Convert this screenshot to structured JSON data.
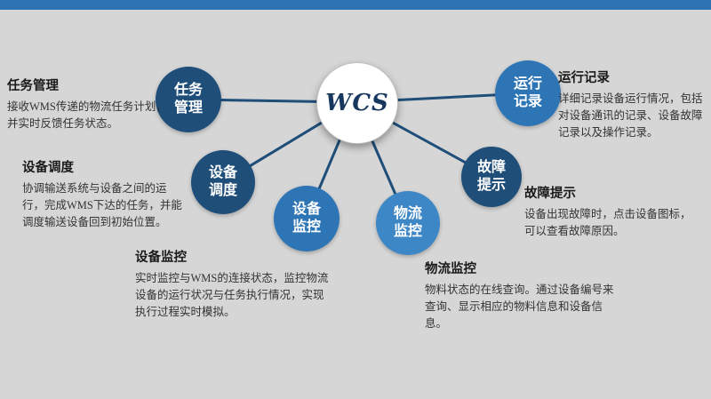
{
  "page": {
    "background_color": "#d6d6d6",
    "top_bar_color": "#2e74b5",
    "connector_color": "#1f4e79"
  },
  "center": {
    "label": "WCS"
  },
  "nodes": [
    {
      "label": "任务管理",
      "color": "#1f4e79"
    },
    {
      "label": "设备调度",
      "color": "#1f4e79"
    },
    {
      "label": "设备监控",
      "color": "#2e75b6"
    },
    {
      "label": "物流监控",
      "color": "#3e87c6"
    },
    {
      "label": "故障提示",
      "color": "#1f4e79"
    },
    {
      "label": "运行记录",
      "color": "#2e75b6"
    }
  ],
  "annotations": [
    {
      "title": "任务管理",
      "body": "接收WMS传递的物流任务计划，并实时反馈任务状态。"
    },
    {
      "title": "设备调度",
      "body": "协调输送系统与设备之间的运行，完成WMS下达的任务，并能调度输送设备回到初始位置。"
    },
    {
      "title": "设备监控",
      "body": "实时监控与WMS的连接状态，监控物流设备的运行状况与任务执行情况，实现执行过程实时模拟。"
    },
    {
      "title": "物流监控",
      "body": "物料状态的在线查询。通过设备编号来查询、显示相应的物料信息和设备信息。"
    },
    {
      "title": "故障提示",
      "body": "设备出现故障时，点击设备图标，可以查看故障原因。"
    },
    {
      "title": "运行记录",
      "body": "详细记录设备运行情况，包括对设备通讯的记录、设备故障记录以及操作记录。"
    }
  ]
}
